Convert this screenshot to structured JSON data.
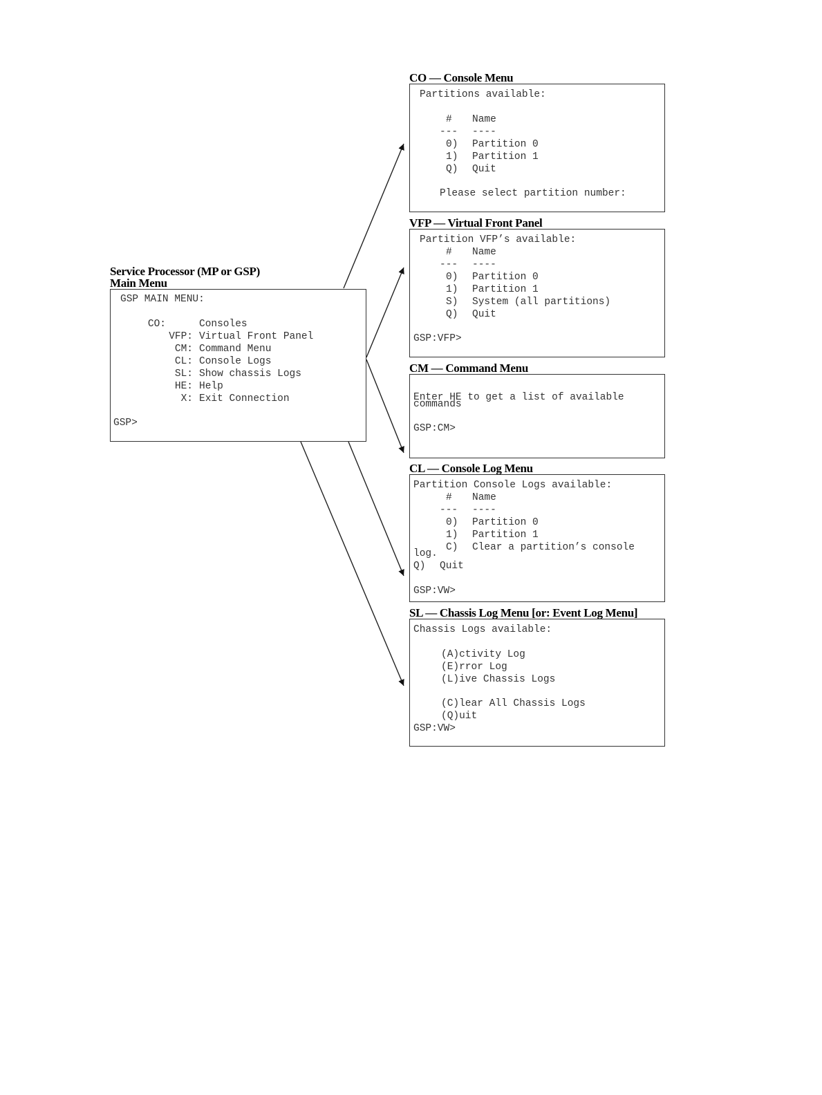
{
  "main_menu": {
    "title_line1": "Service Processor (MP or GSP)",
    "title_line2": "Main Menu",
    "heading": "GSP MAIN MENU:",
    "items": [
      {
        "key": "CO:",
        "label": "Consoles"
      },
      {
        "key": "VFP:",
        "label": "Virtual Front Panel"
      },
      {
        "key": "CM:",
        "label": "Command Menu"
      },
      {
        "key": "CL:",
        "label": "Console Logs"
      },
      {
        "key": "SL:",
        "label": "Show chassis Logs"
      },
      {
        "key": "HE:",
        "label": "Help"
      },
      {
        "key": "X:",
        "label": "Exit Connection"
      }
    ],
    "prompt": "GSP>"
  },
  "co_menu": {
    "title": "CO — Console Menu",
    "heading": "Partitions available:",
    "col_num": "#",
    "col_name": "Name",
    "sep_num": "---",
    "sep_name": "----",
    "rows": [
      {
        "key": "0)",
        "label": "Partition 0"
      },
      {
        "key": "1)",
        "label": "Partition 1"
      },
      {
        "key": "Q)",
        "label": "Quit"
      }
    ],
    "prompt": "Please select partition number:"
  },
  "vfp_menu": {
    "title": "VFP — Virtual Front Panel",
    "heading": "Partition VFP’s available:",
    "col_num": "#",
    "col_name": "Name",
    "sep_num": "---",
    "sep_name": "----",
    "rows": [
      {
        "key": "0)",
        "label": "Partition 0"
      },
      {
        "key": "1)",
        "label": "Partition 1"
      },
      {
        "key": "S)",
        "label": "System (all partitions)"
      },
      {
        "key": "Q)",
        "label": "Quit"
      }
    ],
    "prompt": "GSP:VFP>"
  },
  "cm_menu": {
    "title": "CM — Command Menu",
    "line1": "Enter HE to get a list of available",
    "line2": "commands",
    "prompt": "GSP:CM>"
  },
  "cl_menu": {
    "title": "CL — Console Log Menu",
    "heading": "Partition Console Logs available:",
    "col_num": "#",
    "col_name": "Name",
    "sep_num": "---",
    "sep_name": "----",
    "rows": [
      {
        "key": "0)",
        "label": "Partition 0"
      },
      {
        "key": "1)",
        "label": "Partition 1"
      },
      {
        "key": "C)",
        "label": "Clear a partition’s console"
      }
    ],
    "wrap": "log.",
    "quit_key": "Q)",
    "quit_label": "Quit",
    "prompt": "GSP:VW>"
  },
  "sl_menu": {
    "title": "SL — Chassis Log Menu [or: Event Log Menu]",
    "heading": "Chassis Logs available:",
    "items": [
      "(A)ctivity Log",
      "(E)rror Log",
      "(L)ive Chassis Logs"
    ],
    "items2": [
      "(C)lear All Chassis Logs",
      "(Q)uit"
    ],
    "prompt": "GSP:VW>"
  }
}
